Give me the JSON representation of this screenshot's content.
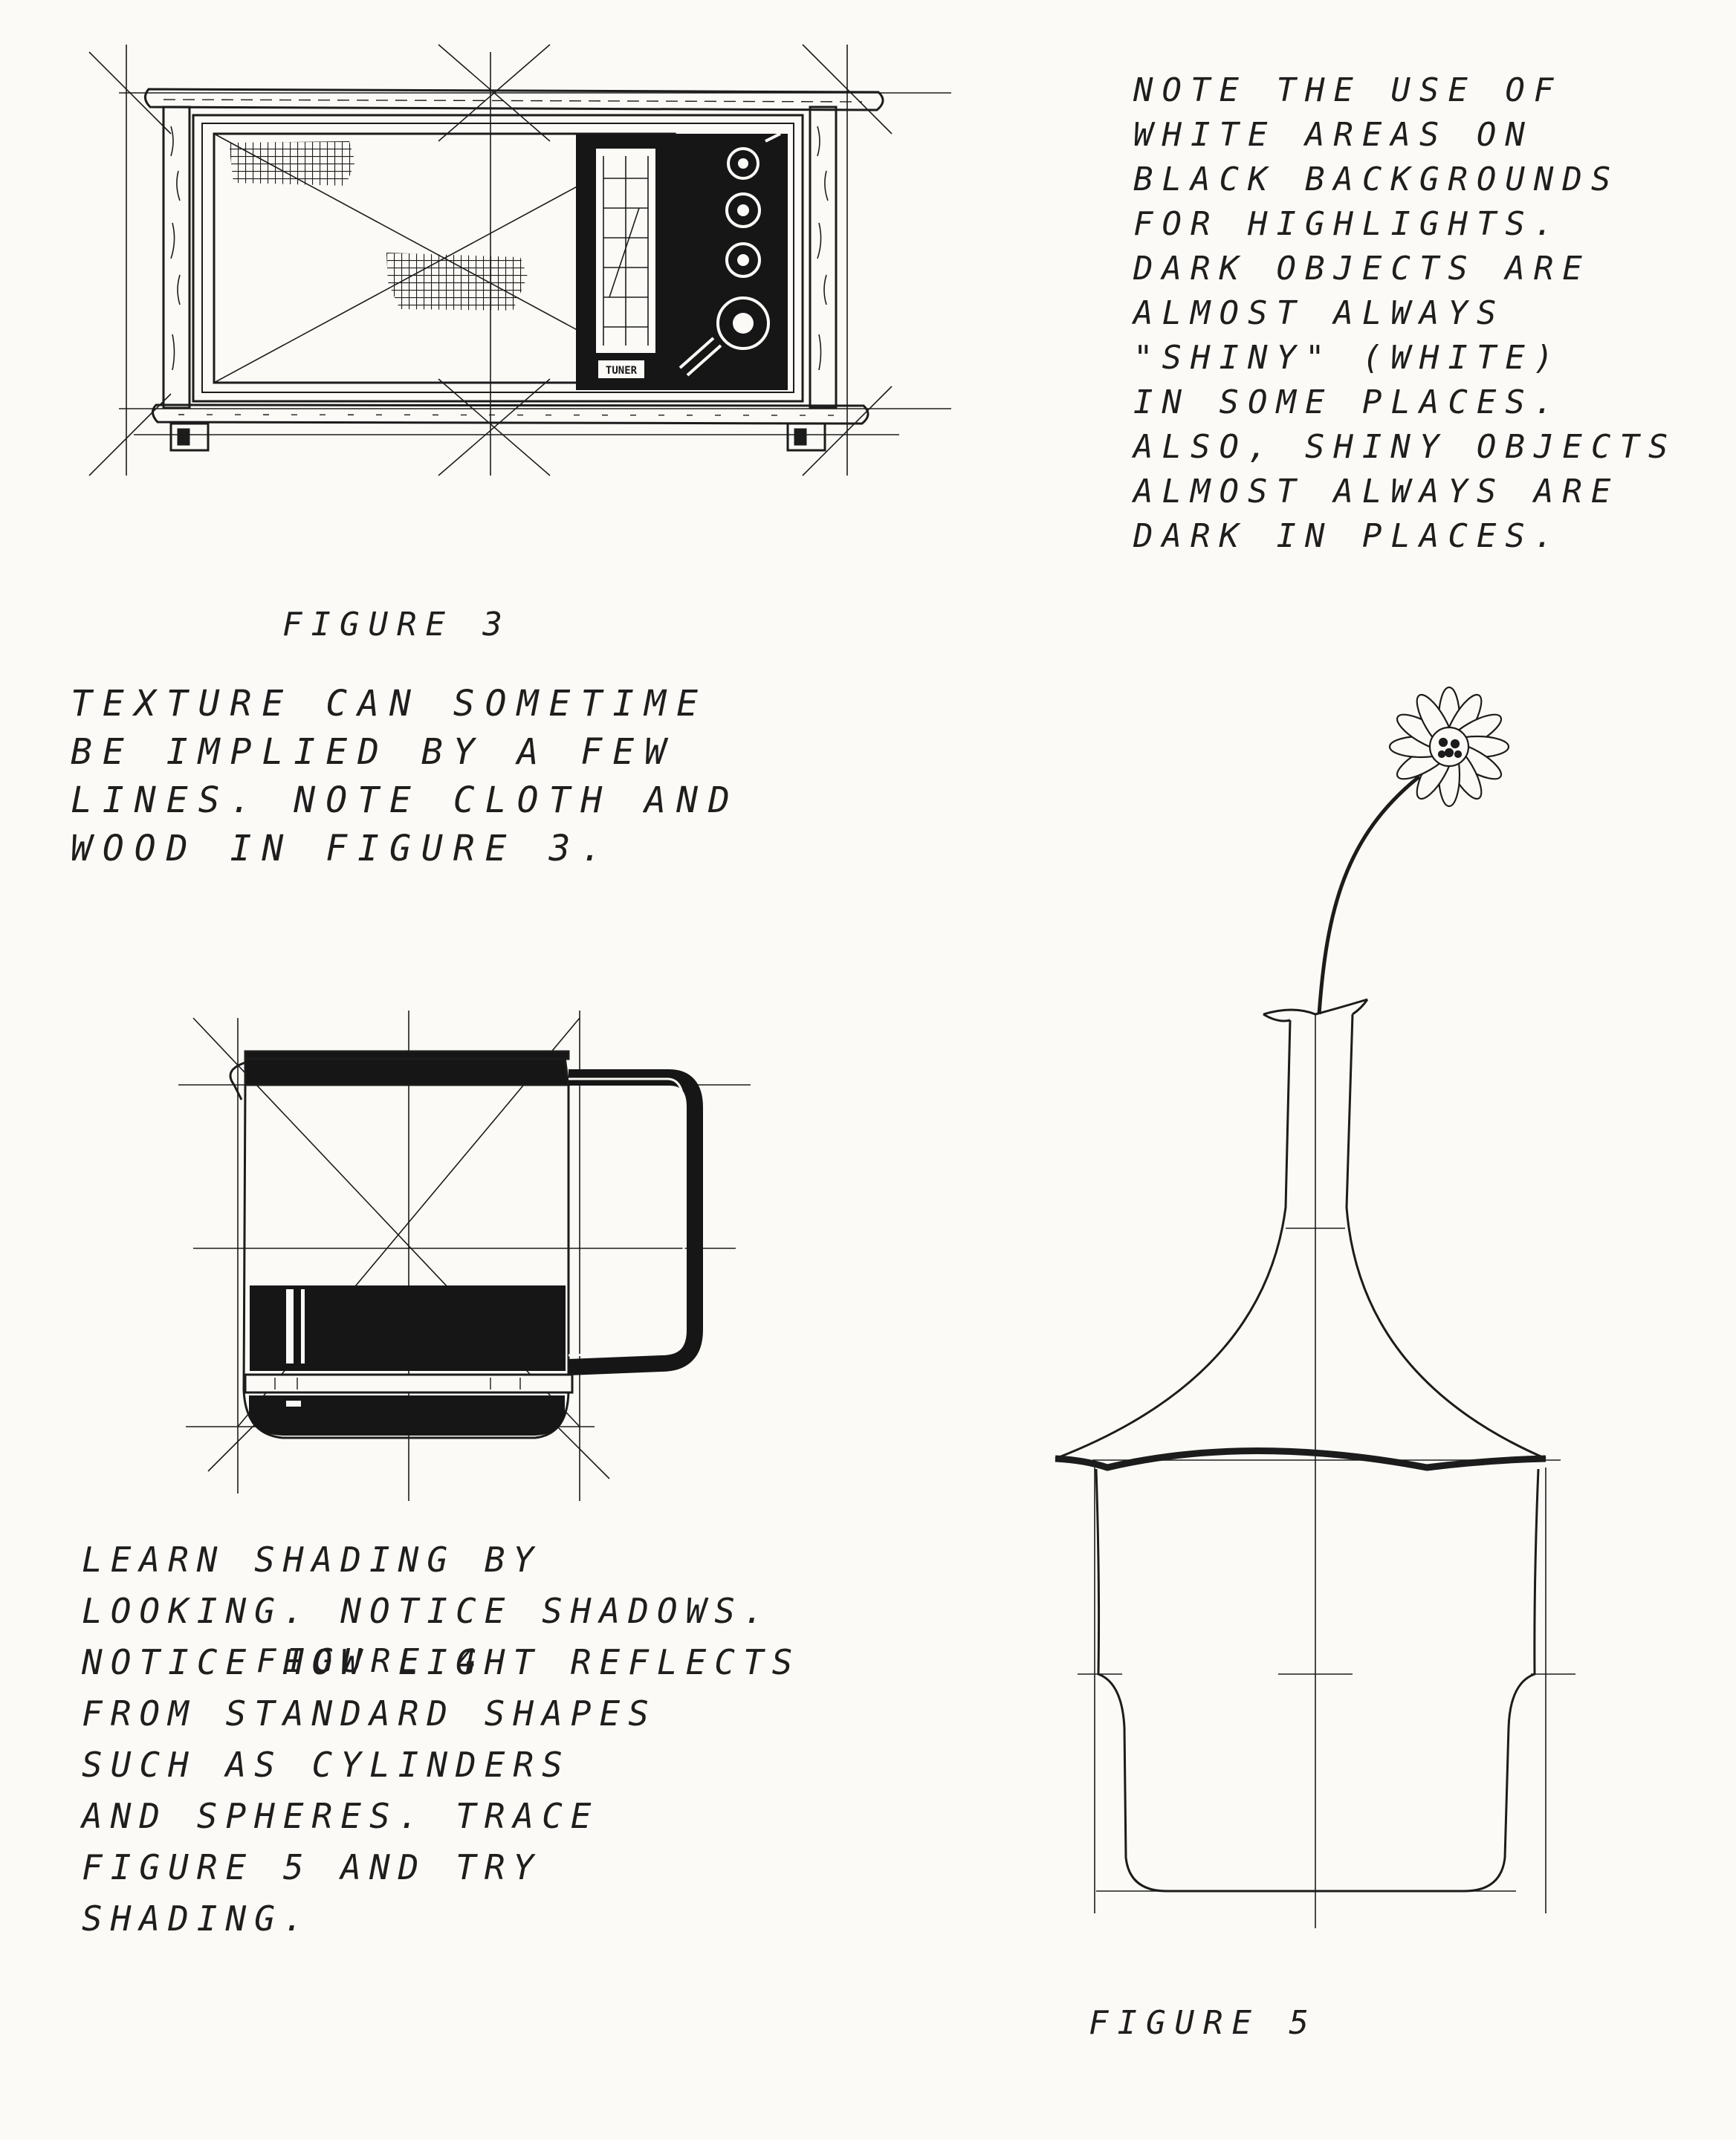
{
  "page": {
    "background": "#fbfaf6",
    "ink": "#1c1c1c"
  },
  "notes": {
    "highlights": [
      "NOTE THE USE OF",
      "WHITE AREAS ON",
      "BLACK BACKGROUNDS",
      "FOR HIGHLIGHTS.",
      "DARK OBJECTS ARE",
      "ALMOST ALWAYS",
      "\"SHINY\" (WHITE)",
      "IN SOME PLACES.",
      "ALSO, SHINY OBJECTS",
      "ALMOST ALWAYS ARE",
      "DARK IN PLACES."
    ],
    "texture": [
      "TEXTURE CAN SOMETIME",
      "BE IMPLIED BY A FEW",
      "LINES. NOTE CLOTH AND",
      "WOOD IN FIGURE 3."
    ],
    "shading": [
      "LEARN SHADING BY",
      "LOOKING. NOTICE SHADOWS.",
      "NOTICE HOW LIGHT REFLECTS",
      "FROM STANDARD SHAPES",
      "SUCH AS CYLINDERS",
      "AND SPHERES. TRACE",
      "FIGURE 5 AND TRY",
      "SHADING."
    ]
  },
  "figures": {
    "fig3": {
      "caption": "FIGURE 3",
      "subject": "console stereo cabinet with cloth speaker grille and radio dial panel",
      "dial_label": "TUNER"
    },
    "fig4": {
      "caption": "FIGURE 4",
      "subject": "coffee pot with dark lid band, handle and base"
    },
    "fig5": {
      "caption": "FIGURE 5",
      "subject": "carafe vase with a single daisy"
    }
  }
}
